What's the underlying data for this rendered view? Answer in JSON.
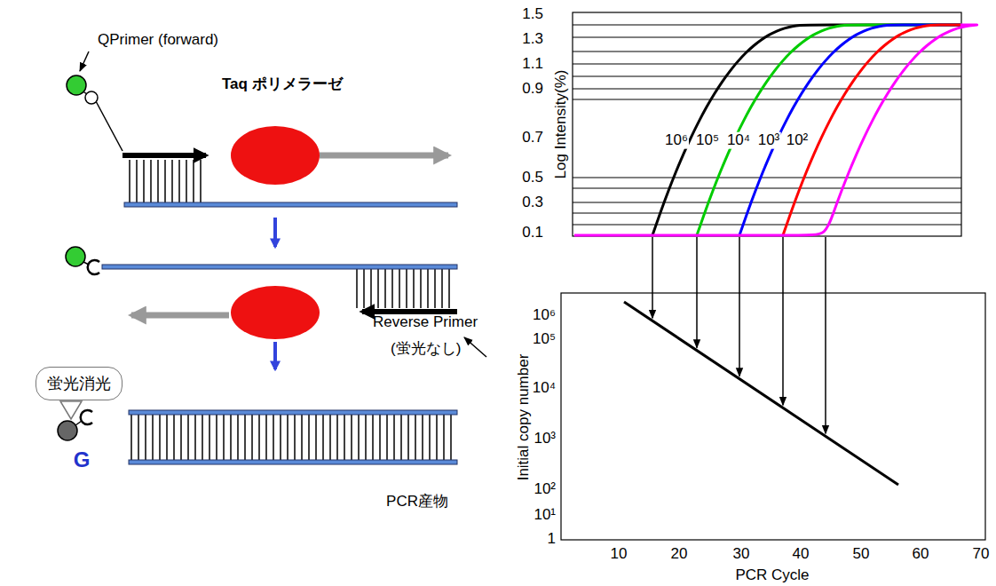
{
  "diagram": {
    "nodes": [
      {
        "text": [
          "蛍光消光"
        ]
      }
    ],
    "labels": [
      "QPrimer (forward)",
      "Taq ポリメラーゼ",
      "Reverse Primer",
      "(蛍光なし)",
      "G",
      "PCR産物",
      "1.5",
      "1.3",
      "1.1",
      "0.9",
      "0.7",
      "0.5",
      "0.3",
      "0.1",
      "Log Intensity(%)",
      "10⁶",
      "10⁵",
      "10⁴",
      "10³",
      "10²",
      "Initial copy number",
      "10⁶",
      "10⁵",
      "10⁴",
      "10³",
      "10²",
      "10¹",
      "1",
      "10",
      "20",
      "30",
      "40",
      "50",
      "60",
      "70",
      "PCR Cycle"
    ]
  }
}
